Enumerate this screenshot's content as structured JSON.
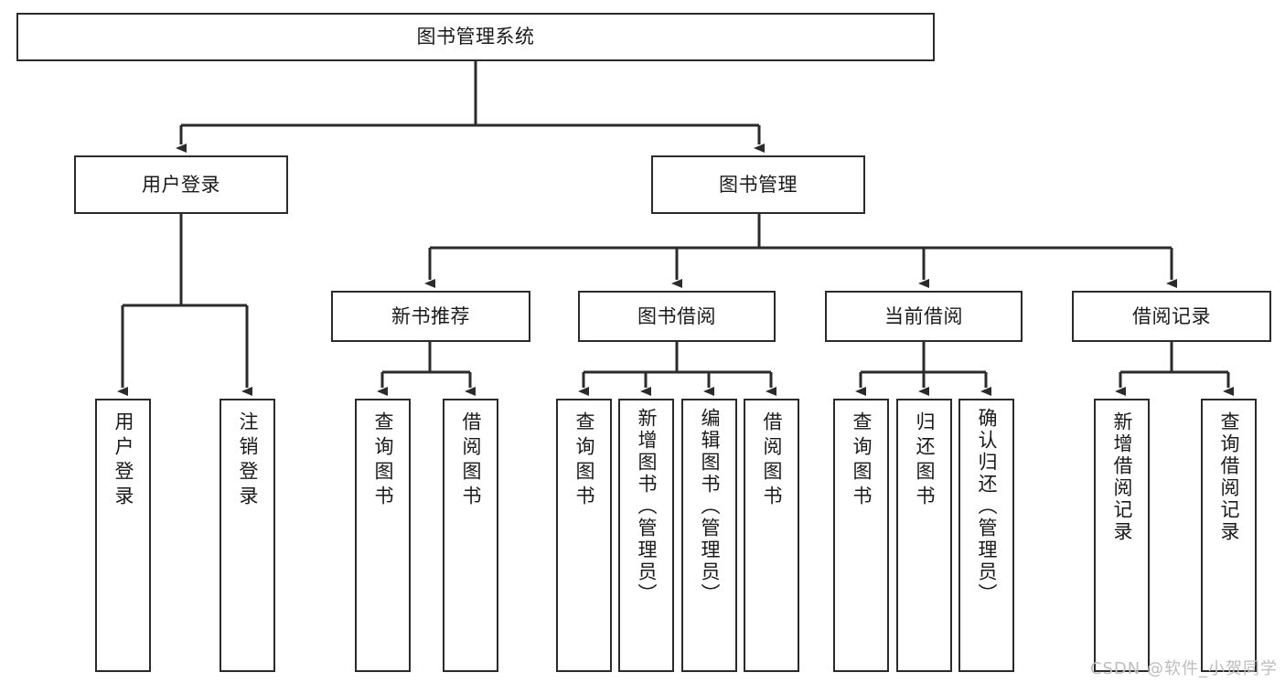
{
  "diagram": {
    "title": "图书管理系统",
    "type": "tree-hierarchy",
    "root": {
      "id": "root",
      "label": "图书管理系统"
    },
    "level1": [
      {
        "id": "user-login",
        "label": "用户登录"
      },
      {
        "id": "book-manage",
        "label": "图书管理"
      }
    ],
    "level2": [
      {
        "id": "new-book-rec",
        "label": "新书推荐",
        "parent": "book-manage"
      },
      {
        "id": "book-borrow",
        "label": "图书借阅",
        "parent": "book-manage"
      },
      {
        "id": "current-borrow",
        "label": "当前借阅",
        "parent": "book-manage"
      },
      {
        "id": "borrow-record",
        "label": "借阅记录",
        "parent": "book-manage"
      }
    ],
    "leaves": {
      "user_login": [
        {
          "id": "leaf-user-login",
          "label": "用户登录"
        },
        {
          "id": "leaf-logout",
          "label": "注销登录"
        }
      ],
      "new_book_rec": [
        {
          "id": "leaf-query-book-1",
          "label": "查询图书"
        },
        {
          "id": "leaf-borrow-book-1",
          "label": "借阅图书"
        }
      ],
      "book_borrow": [
        {
          "id": "leaf-query-book-2",
          "label": "查询图书"
        },
        {
          "id": "leaf-add-book",
          "label": "新增图书（管理员）"
        },
        {
          "id": "leaf-edit-book",
          "label": "编辑图书（管理员）"
        },
        {
          "id": "leaf-borrow-book-2",
          "label": "借阅图书"
        }
      ],
      "current_borrow": [
        {
          "id": "leaf-query-book-3",
          "label": "查询图书"
        },
        {
          "id": "leaf-return-book",
          "label": "归还图书"
        },
        {
          "id": "leaf-confirm-return",
          "label": "确认归还（管理员）"
        }
      ],
      "borrow_record": [
        {
          "id": "leaf-add-record",
          "label": "新增借阅记录"
        },
        {
          "id": "leaf-query-record",
          "label": "查询借阅记录"
        }
      ]
    }
  },
  "watermark": {
    "text": "CSDN @软件_小贺同学"
  },
  "colors": {
    "stroke": "#2b2b2b",
    "fill": "#ffffff",
    "text": "#1a1a1a",
    "watermark": "#bdbdbd"
  }
}
